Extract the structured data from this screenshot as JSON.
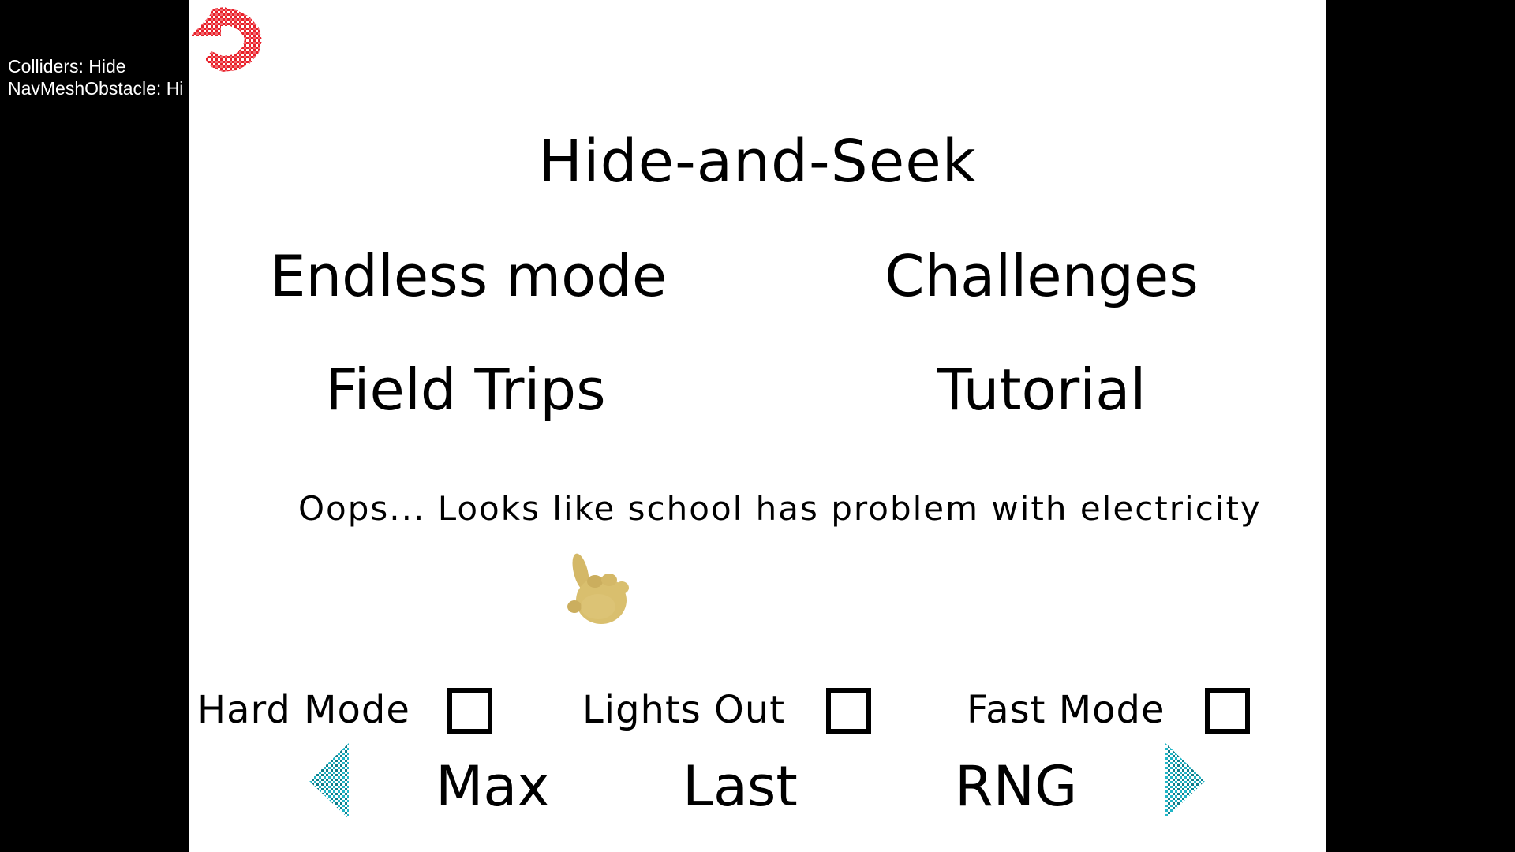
{
  "debug": {
    "lines": [
      "Colliders: Hide",
      "NavMeshObstacle: Hi"
    ]
  },
  "back_button": {
    "icon": "return-arrow-icon",
    "color": "#E8202A"
  },
  "title": "Hide-and-Seek",
  "menu": {
    "endless": "Endless mode",
    "challenges": "Challenges",
    "field_trips": "Field Trips",
    "tutorial": "Tutorial"
  },
  "message": "Oops... Looks like school has problem with electricity",
  "cursor": {
    "icon": "pointing-hand-icon",
    "color": "#D9BF6E"
  },
  "options": [
    {
      "label": "Hard Mode",
      "checked": false
    },
    {
      "label": "Lights Out",
      "checked": false
    },
    {
      "label": "Fast Mode",
      "checked": false
    }
  ],
  "selector": {
    "left_arrow": "arrow-left-icon",
    "right_arrow": "arrow-right-icon",
    "arrow_color": "#22B3C4",
    "choices": [
      "Max",
      "Last",
      "RNG"
    ]
  }
}
